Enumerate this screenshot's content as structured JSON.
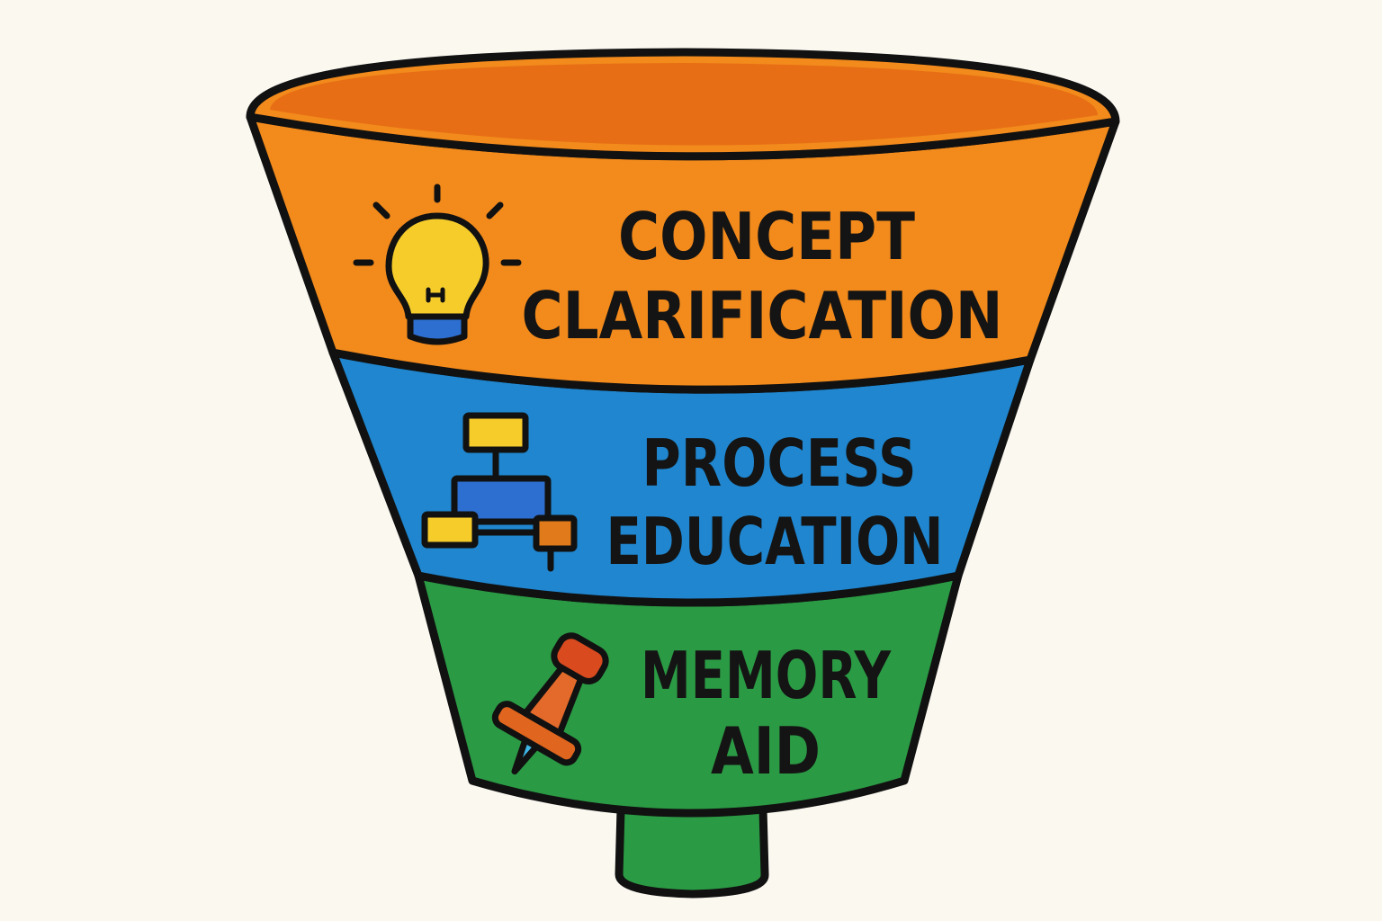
{
  "funnel": {
    "stages": [
      {
        "line1": "CONCEPT",
        "line2": "CLARIFICATION",
        "icon": "lightbulb-icon",
        "color": "#f28a1c"
      },
      {
        "line1": "PROCESS",
        "line2": "EDUCATION",
        "icon": "flowchart-icon",
        "color": "#1f86cf"
      },
      {
        "line1": "MEMORY",
        "line2": "AID",
        "icon": "pushpin-icon",
        "color": "#2b9a44"
      }
    ],
    "colors": {
      "rim_inner": "#e76e14",
      "outline": "#111111",
      "background": "#fbf8f0",
      "spout": "#2b9a44"
    }
  }
}
